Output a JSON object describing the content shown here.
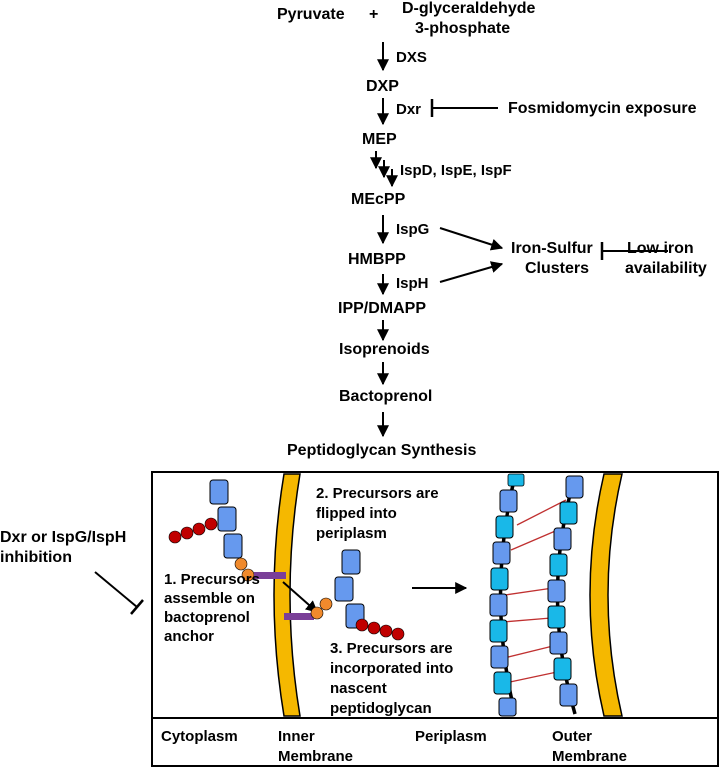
{
  "pathway": {
    "pyruvate": "Pyruvate",
    "plus": "+",
    "g3p_line1": "D-glyceraldehyde",
    "g3p_line2": "3-phosphate",
    "dxs": "DXS",
    "dxp": "DXP",
    "dxr": "Dxr",
    "fosmidomycin": "Fosmidomycin exposure",
    "mep": "MEP",
    "ispdef": "IspD, IspE, IspF",
    "mecpp": "MEcPP",
    "ispg": "IspG",
    "fes_line1": "Iron-Sulfur",
    "fes_line2": "Clusters",
    "low_iron_line1": "Low iron",
    "low_iron_line2": "availability",
    "hmbpp": "HMBPP",
    "isph": "IspH",
    "ipp": "IPP/DMAPP",
    "isoprenoids": "Isoprenoids",
    "bactoprenol": "Bactoprenol",
    "pg_synthesis": "Peptidoglycan Synthesis"
  },
  "inhibition": {
    "line1": "Dxr or IspG/IspH",
    "line2": "inhibition"
  },
  "steps": {
    "step1": [
      "1. Precursors",
      "assemble on",
      "bactoprenol",
      "anchor"
    ],
    "step2": [
      "2. Precursors are",
      "flipped into",
      "periplasm"
    ],
    "step3": [
      "3. Precursors are",
      "incorporated into",
      "nascent",
      "peptidoglycan"
    ]
  },
  "compartments": {
    "cytoplasm": "Cytoplasm",
    "inner_line1": "Inner",
    "inner_line2": "Membrane",
    "periplasm": "Periplasm",
    "outer_line1": "Outer",
    "outer_line2": "Membrane"
  },
  "colors": {
    "membrane": "#f5b800",
    "sugar_blue": "#6699ee",
    "strand_cyan": "#19b8e8",
    "peptide_red": "#c00000",
    "phosphate_orange": "#f08a2c",
    "lipid_purple": "#7a3f98",
    "crosslink_red": "#c03030"
  }
}
